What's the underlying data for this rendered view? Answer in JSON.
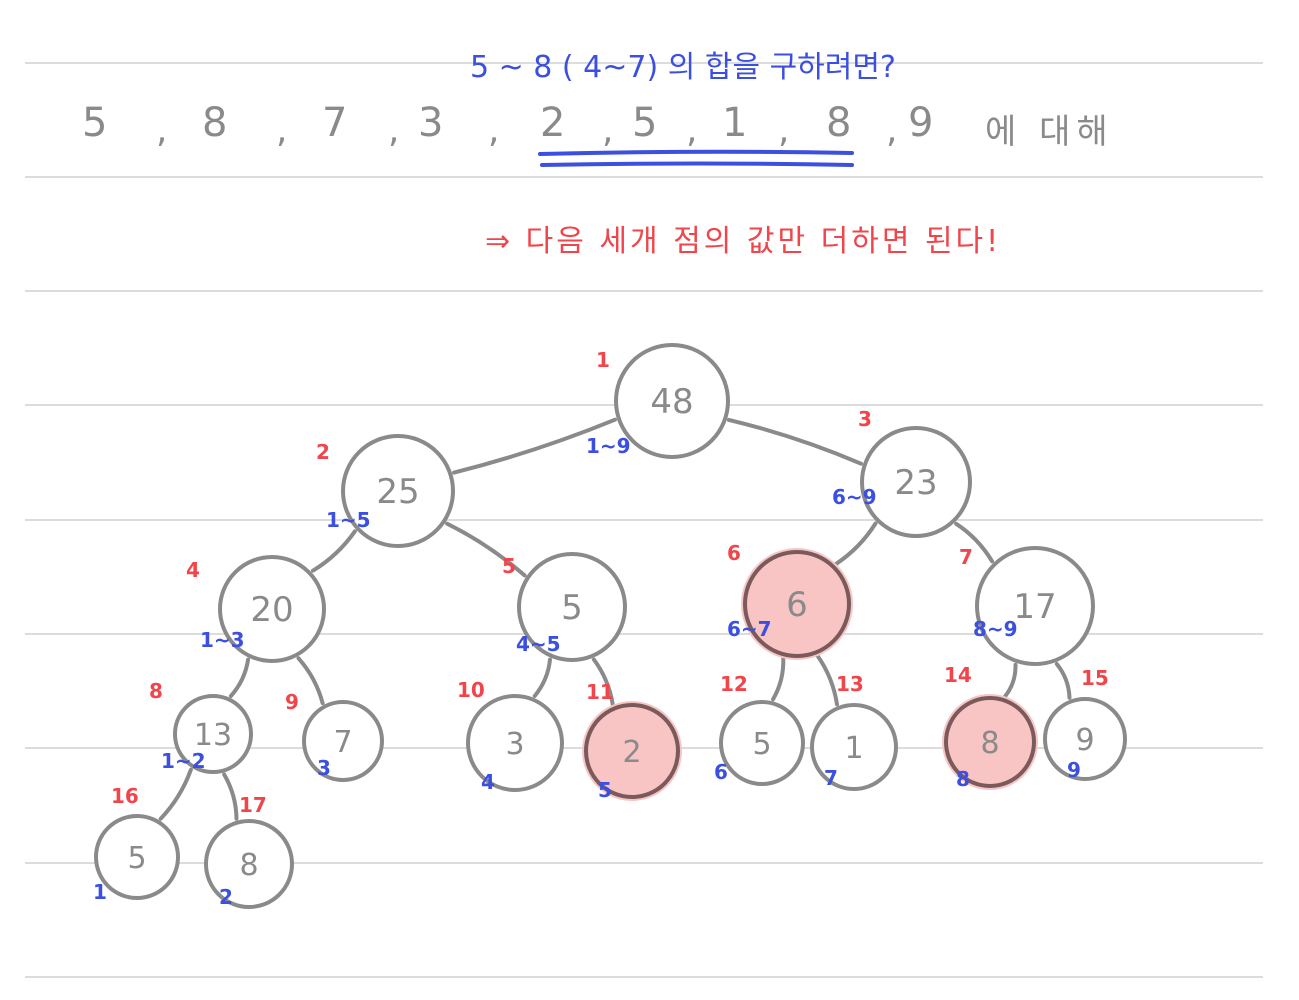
{
  "header": {
    "question": "5 ~ 8 ( 4~7) 의 합을 구하려면?",
    "sequence": [
      "5",
      "8",
      "7",
      "3",
      "2",
      "5",
      "1",
      "8",
      "9"
    ],
    "sequence_suffix": "에 대해",
    "answer": "⇒ 다음 세개 점의 값만 더하면 된다!"
  },
  "colors": {
    "blue_ink": "#3b4fe0",
    "red_ink": "#f0454a",
    "gray_ink": "#8a8a8a",
    "highlight_fill": "#f8c4c4"
  },
  "tree": {
    "nodes": [
      {
        "index": "1",
        "value": "48",
        "range": "1~9",
        "highlight": false
      },
      {
        "index": "2",
        "value": "25",
        "range": "1~5",
        "highlight": false
      },
      {
        "index": "3",
        "value": "23",
        "range": "6~9",
        "highlight": false
      },
      {
        "index": "4",
        "value": "20",
        "range": "1~3",
        "highlight": false
      },
      {
        "index": "5",
        "value": "5",
        "range": "4~5",
        "highlight": false
      },
      {
        "index": "6",
        "value": "6",
        "range": "6~7",
        "highlight": true
      },
      {
        "index": "7",
        "value": "17",
        "range": "8~9",
        "highlight": false
      },
      {
        "index": "8",
        "value": "13",
        "range": "1~2",
        "highlight": false
      },
      {
        "index": "9",
        "value": "7",
        "range": "3",
        "highlight": false
      },
      {
        "index": "10",
        "value": "3",
        "range": "4",
        "highlight": false
      },
      {
        "index": "11",
        "value": "2",
        "range": "5",
        "highlight": true
      },
      {
        "index": "12",
        "value": "5",
        "range": "6",
        "highlight": false
      },
      {
        "index": "13",
        "value": "1",
        "range": "7",
        "highlight": false
      },
      {
        "index": "14",
        "value": "8",
        "range": "8",
        "highlight": true
      },
      {
        "index": "15",
        "value": "9",
        "range": "9",
        "highlight": false
      },
      {
        "index": "16",
        "value": "5",
        "range": "1",
        "highlight": false
      },
      {
        "index": "17",
        "value": "8",
        "range": "2",
        "highlight": false
      }
    ]
  }
}
